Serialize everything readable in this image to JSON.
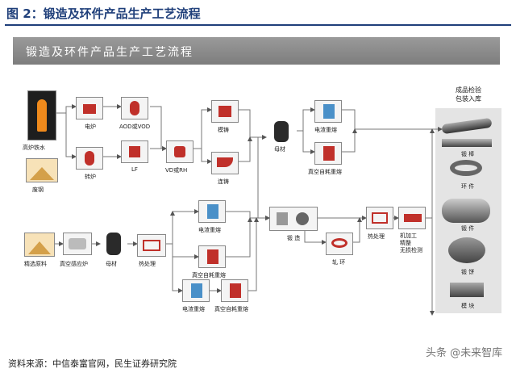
{
  "header": {
    "figure_title": "图 2：锻造及环件产品生产工艺流程"
  },
  "banner": {
    "title": "锻造及环件产品生产工艺流程"
  },
  "nodes": {
    "blast_iron": "高炉铁水",
    "scrap": "废钢",
    "electric_furnace": "电炉",
    "converter": "转炉",
    "aod_vod": "AOD或VOD",
    "lf": "LF",
    "vd_rh": "VD或RH",
    "mold_casting": "模铸",
    "continuous_casting": "连铸",
    "billet_top": "母材",
    "esr_top": "电渣重熔",
    "var_top": "真空自耗重熔",
    "esr_mid": "电渣重熔",
    "var_mid": "真空自耗重熔",
    "refined_raw": "精选原料",
    "vim": "真空感应炉",
    "billet_mid": "母材",
    "heat_treat_left": "热处理",
    "esr_bottom": "电渣重熔",
    "var_bottom": "真空自耗重熔",
    "forging": "锻 造",
    "ring_rolling": "轧 环",
    "heat_treat_right": "热处理",
    "machining": "机加工\n精整\n无损检测"
  },
  "products": {
    "header": "成品检验\n包装入库",
    "items": [
      "锻 棒",
      "环 件",
      "锻 件",
      "锻 饼",
      "模 块"
    ]
  },
  "footer": {
    "source": "资料来源：中信泰富官网，民生证券研究院"
  },
  "watermark": {
    "text": "头条 @未来智库"
  }
}
